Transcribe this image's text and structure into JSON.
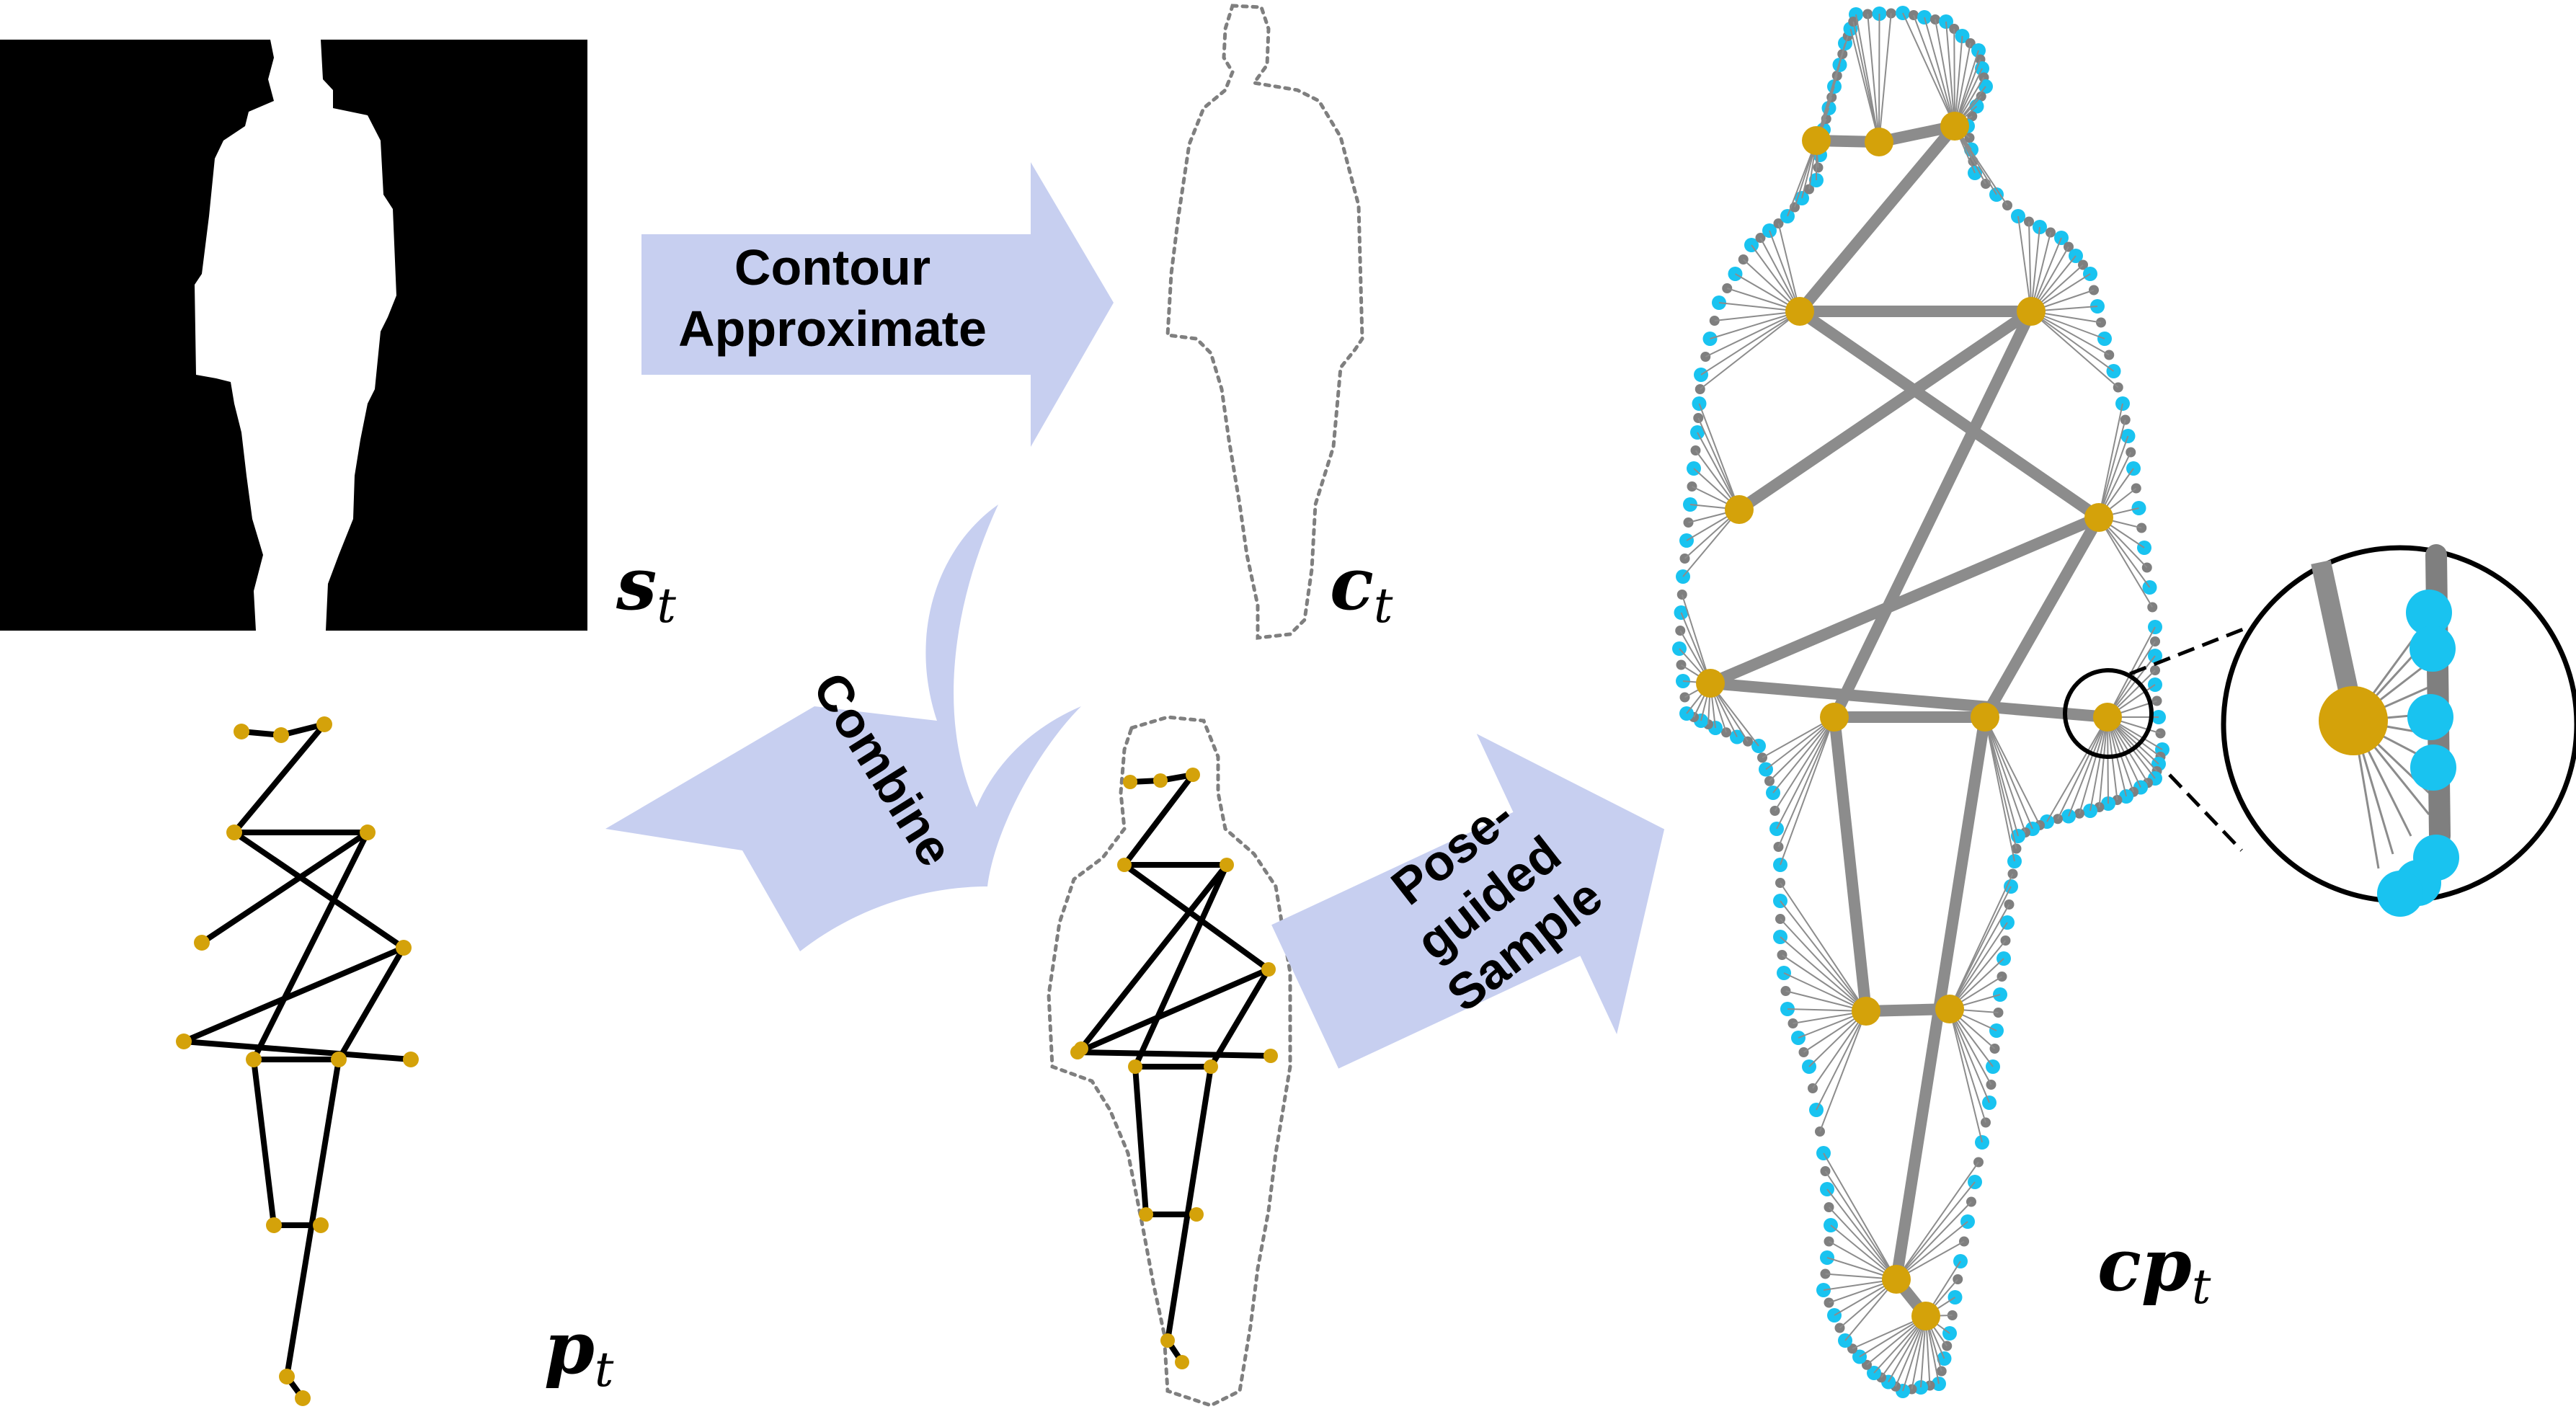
{
  "labels": {
    "contour_arrow": [
      "Contour",
      "Approximate"
    ],
    "combine_arrow": "Combine",
    "pose_arrow": [
      "Pose-",
      "guided",
      "Sample"
    ],
    "s_main": "s",
    "s_sub": "t",
    "c_main": "c",
    "c_sub": "t",
    "p_main": "p",
    "p_sub": "t",
    "cp_main": "cp",
    "cp_sub": "t"
  },
  "colors": {
    "arrow_fill": "#c7cff0",
    "joint": "#d4a20a",
    "contour_point": "#19c3f0",
    "contour_gray": "#7f7f7f",
    "skeleton_black": "#000000",
    "skeleton_gray": "#8c8c8c",
    "silhouette_bg": "#000000",
    "silhouette_fg": "#ffffff"
  }
}
